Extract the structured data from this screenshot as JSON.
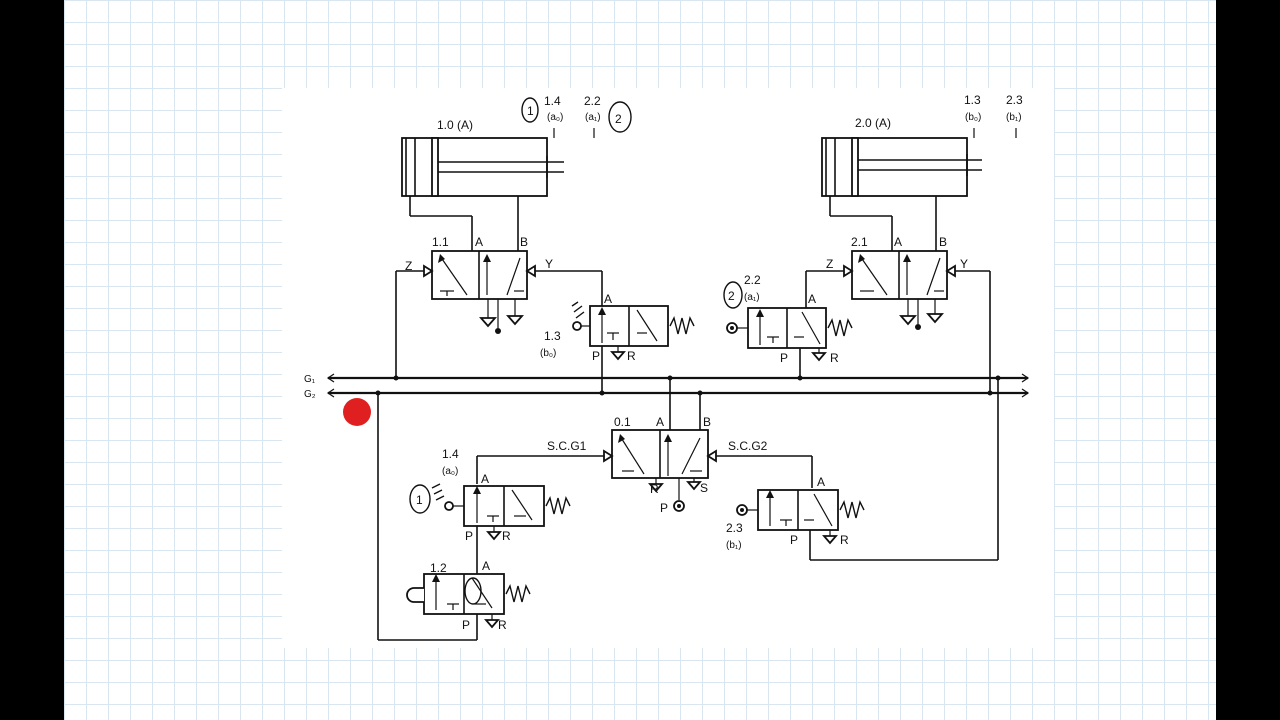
{
  "diagram": {
    "cylinders": [
      {
        "label": "1.0 (A)"
      },
      {
        "label": "2.0 (A)"
      }
    ],
    "limit_switches_top": [
      {
        "code": "1.4",
        "sub": "(a₀)",
        "mark": "1"
      },
      {
        "code": "2.2",
        "sub": "(a₁)",
        "mark": "2"
      },
      {
        "code": "1.3",
        "sub": "(b₀)"
      },
      {
        "code": "2.3",
        "sub": "(b₁)"
      }
    ],
    "valves": {
      "v11": {
        "code": "1.1",
        "a": "A",
        "b": "B",
        "z": "Z",
        "y": "Y"
      },
      "v21": {
        "code": "2.1",
        "a": "A",
        "b": "B",
        "z": "Z",
        "y": "Y"
      },
      "v13": {
        "code": "1.3",
        "sub": "(b₀)",
        "a": "A",
        "p": "P",
        "r": "R"
      },
      "v22": {
        "code": "2.2",
        "sub": "(a₁)",
        "mark": "2",
        "a": "A",
        "p": "P",
        "r": "R"
      },
      "v01": {
        "code": "0.1",
        "a": "A",
        "b": "B",
        "r": "R",
        "s": "S",
        "p": "P",
        "scg1": "S.C.G1",
        "scg2": "S.C.G2"
      },
      "v14": {
        "code": "1.4",
        "sub": "(a₀)",
        "mark": "1",
        "a": "A",
        "p": "P",
        "r": "R"
      },
      "v23": {
        "code": "2.3",
        "sub": "(b₁)",
        "a": "A",
        "p": "P",
        "r": "R"
      },
      "v12": {
        "code": "1.2",
        "a": "A",
        "p": "P",
        "r": "R"
      }
    },
    "buses": {
      "g1": "G₁",
      "g2": "G₂"
    }
  },
  "colors": {
    "record_indicator": "#e02020",
    "grid": "#d9e6f0"
  }
}
